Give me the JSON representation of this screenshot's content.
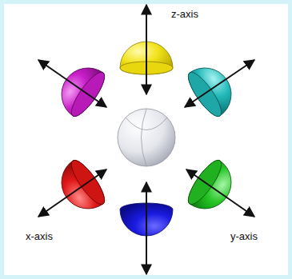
{
  "diagram": {
    "labels": [
      "z-axis",
      "x-axis",
      "y-axis"
    ]
  }
}
